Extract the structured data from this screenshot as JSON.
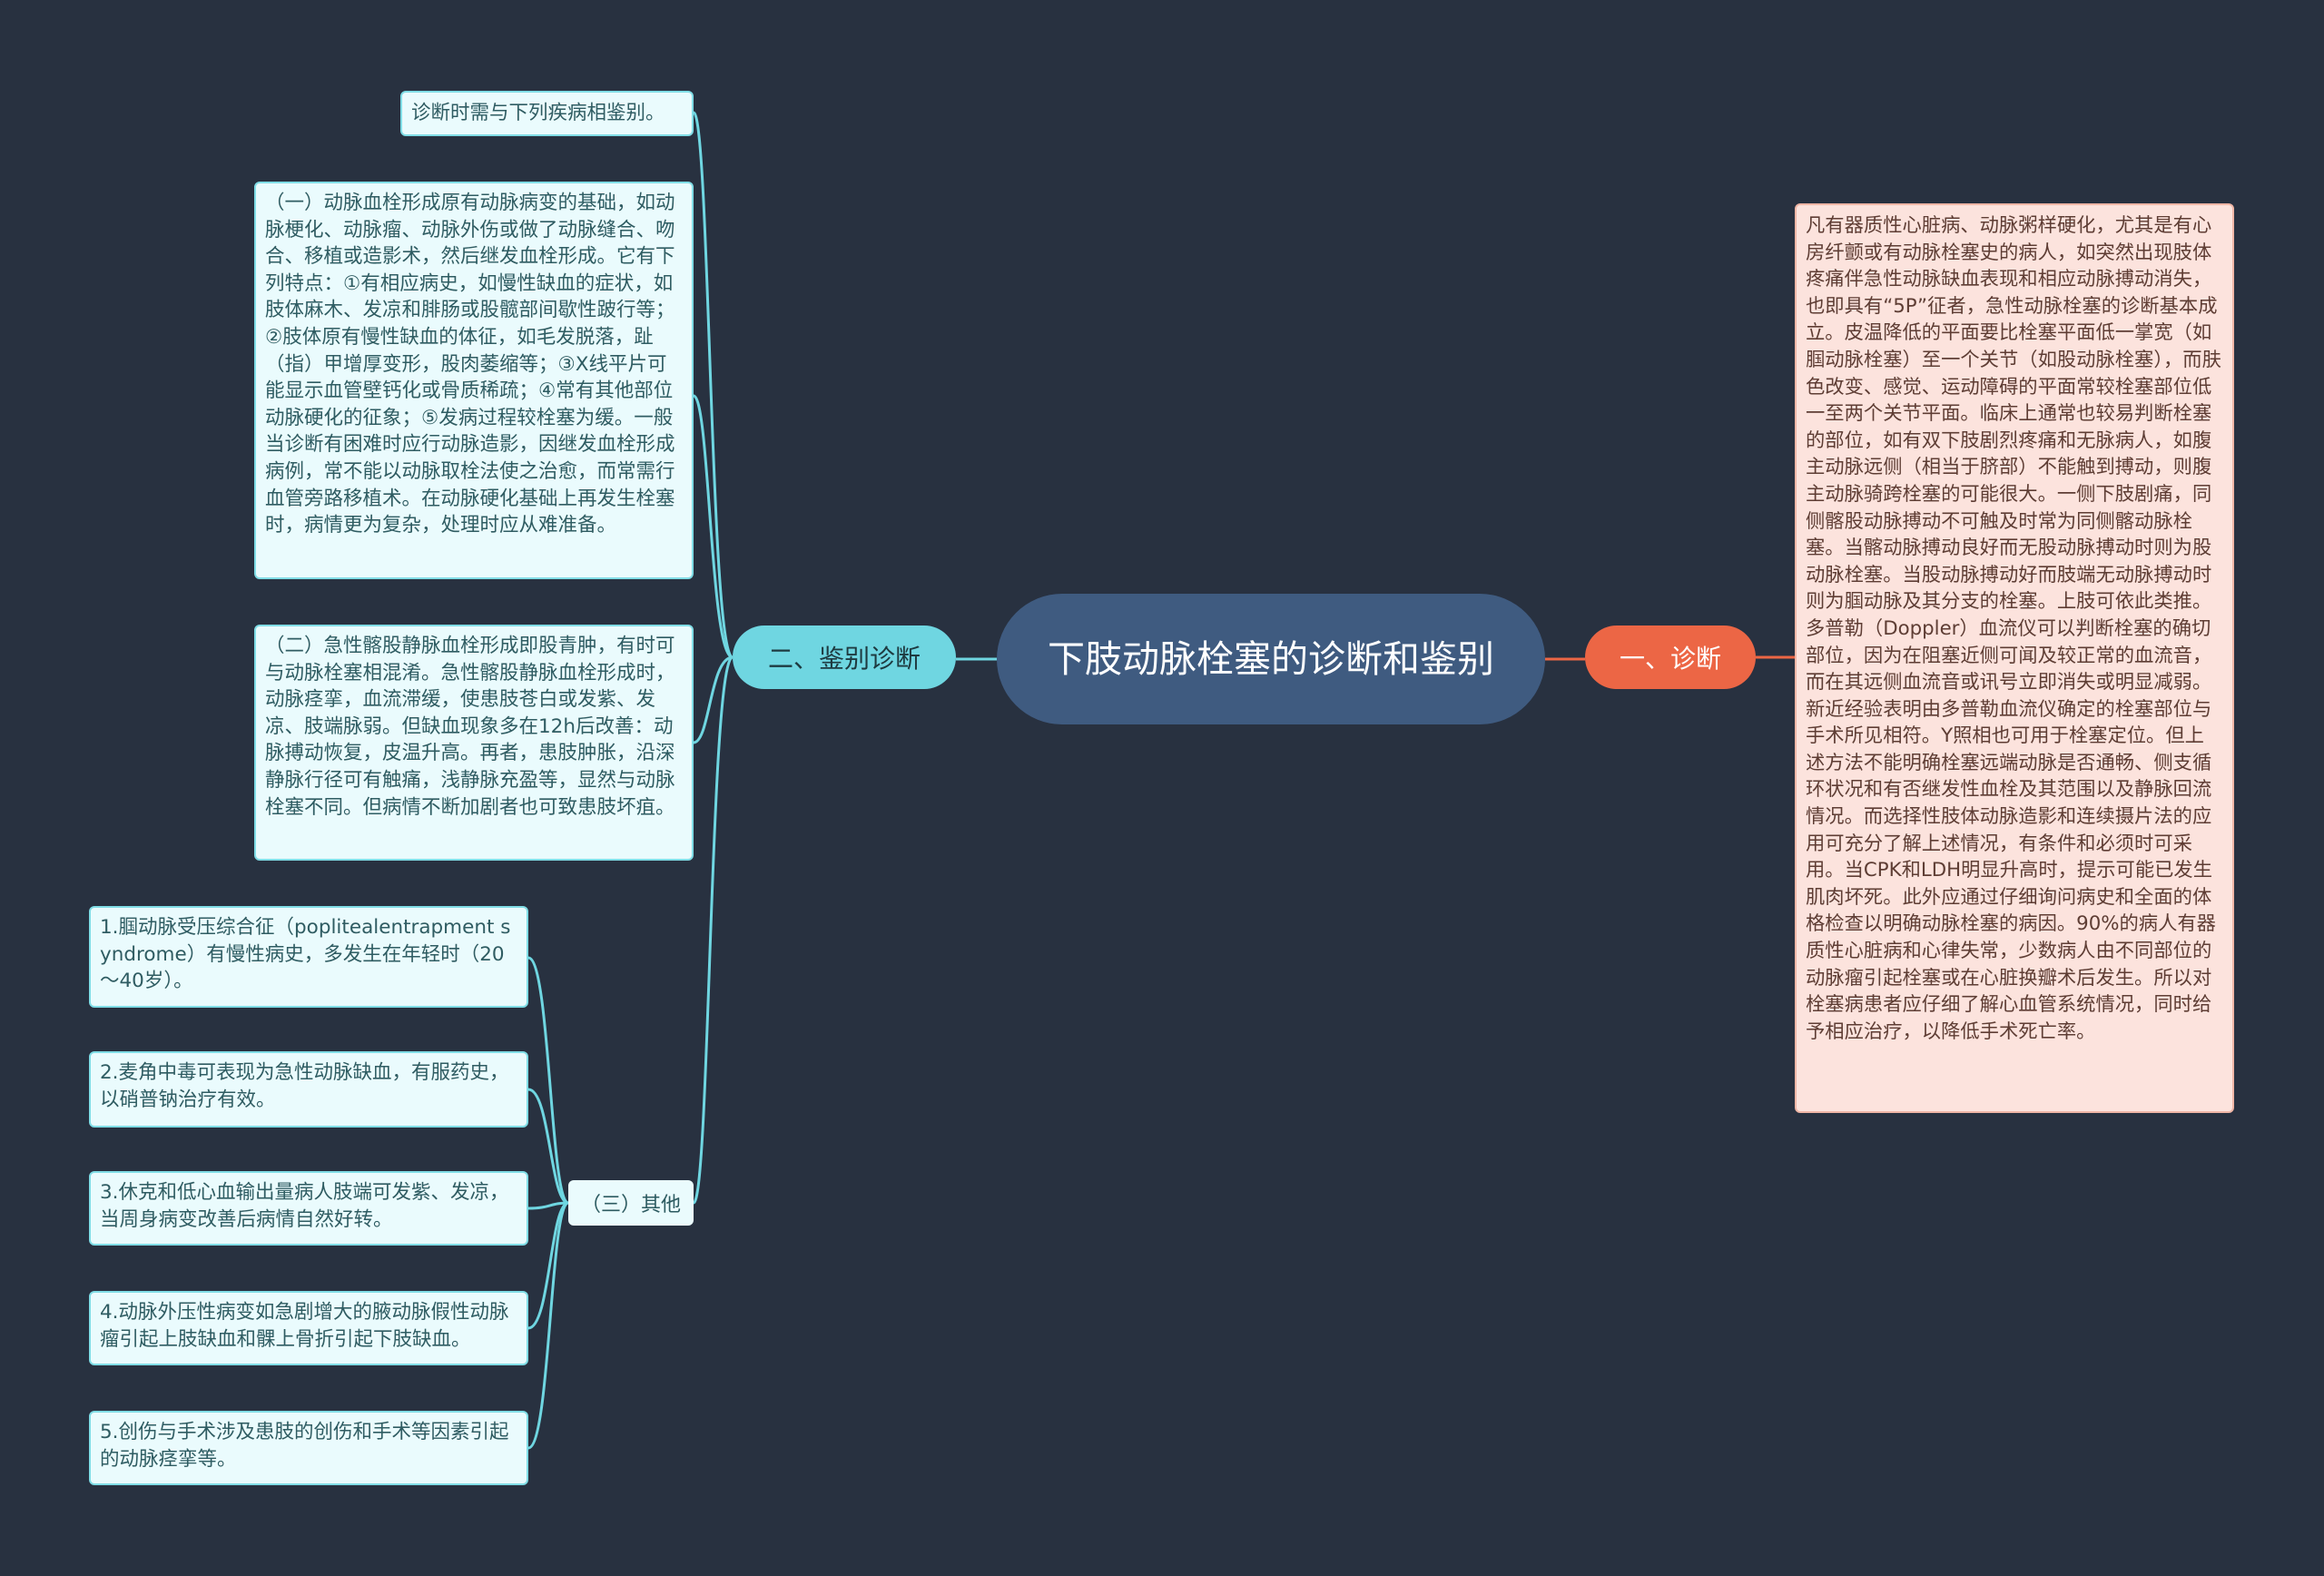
{
  "root": {
    "title": "下肢动脉栓塞的诊断和鉴别"
  },
  "right": {
    "branch_label": "一、诊断",
    "text": "凡有器质性心脏病、动脉粥样硬化，尤其是有心房纤颤或有动脉栓塞史的病人，如突然出现肢体疼痛伴急性动脉缺血表现和相应动脉搏动消失，也即具有“5P”征者，急性动脉栓塞的诊断基本成立。皮温降低的平面要比栓塞平面低一掌宽（如腘动脉栓塞）至一个关节（如股动脉栓塞），而肤色改变、感觉、运动障碍的平面常较栓塞部位低一至两个关节平面。临床上通常也较易判断栓塞的部位，如有双下肢剧烈疼痛和无脉病人，如腹主动脉远侧（相当于脐部）不能触到搏动，则腹主动脉骑跨栓塞的可能很大。一侧下肢剧痛，同侧髂股动脉搏动不可触及时常为同侧髂动脉栓塞。当髂动脉搏动良好而无股动脉搏动时则为股动脉栓塞。当股动脉搏动好而肢端无动脉搏动时则为腘动脉及其分支的栓塞。上肢可依此类推。多普勒（Doppler）血流仪可以判断栓塞的确切部位，因为在阻塞近侧可闻及较正常的血流音，而在其远侧血流音或讯号立即消失或明显减弱。新近经验表明由多普勒血流仪确定的栓塞部位与手术所见相符。Y照相也可用于栓塞定位。但上述方法不能明确栓塞远端动脉是否通畅、侧支循环状况和有否继发性血栓及其范围以及静脉回流情况。而选择性肢体动脉造影和连续摄片法的应用可充分了解上述情况，有条件和必须时可采用。当CPK和LDH明显升高时，提示可能已发生肌肉坏死。此外应通过仔细询问病史和全面的体格检查以明确动脉栓塞的病因。90%的病人有器质性心脏病和心律失常，少数病人由不同部位的动脉瘤引起栓塞或在心脏换瓣术后发生。所以对栓塞病患者应仔细了解心血管系统情况，同时给予相应治疗，以降低手术死亡率。"
  },
  "left": {
    "branch_label": "二、鉴别诊断",
    "intro": "诊断时需与下列疾病相鉴别。",
    "item1": "（一）动脉血栓形成原有动脉病变的基础，如动脉梗化、动脉瘤、动脉外伤或做了动脉缝合、吻合、移植或造影术，然后继发血栓形成。它有下列特点：①有相应病史，如慢性缺血的症状，如肢体麻木、发凉和腓肠或股髋部间歇性跛行等；②肢体原有慢性缺血的体征，如毛发脱落，趾（指）甲增厚变形，股肉萎缩等；③X线平片可能显示血管壁钙化或骨质稀疏；④常有其他部位动脉硬化的征象；⑤发病过程较栓塞为缓。一般当诊断有困难时应行动脉造影，因继发血栓形成病例，常不能以动脉取栓法使之治愈，而常需行血管旁路移植术。在动脉硬化基础上再发生栓塞时，病情更为复杂，处理时应从难准备。",
    "item2": "（二）急性髂股静脉血栓形成即股青肿，有时可与动脉栓塞相混淆。急性髂股静脉血栓形成时，动脉痉挛，血流滞缓，使患肢苍白或发紫、发凉、肢端脉弱。但缺血现象多在12h后改善：动脉搏动恢复，皮温升高。再者，患肢肿胀，沿深静脉行径可有触痛，浅静脉充盈等，显然与动脉栓塞不同。但病情不断加剧者也可致患肢坏疽。",
    "other": {
      "label": "（三）其他",
      "items": [
        "1.腘动脉受压综合征（poplitealentrapment syndrome）有慢性病史，多发生在年轻时（20～40岁）。",
        "2.麦角中毒可表现为急性动脉缺血，有服药史，以硝普钠治疗有效。",
        "3.休克和低心血输出量病人肢端可发紫、发凉，当周身病变改善后病情自然好转。",
        "4.动脉外压性病变如急剧增大的腋动脉假性动脉瘤引起上肢缺血和髁上骨折引起下肢缺血。",
        "5.创伤与手术涉及患肢的创伤和手术等因素引起的动脉痉挛等。"
      ]
    }
  },
  "colors": {
    "background": "#283140",
    "center": "#3f5b80",
    "orange": "#ec6645",
    "cyan": "#6fd6e1",
    "cyan_box": "#eafbfd",
    "peach_box": "#fce3dd"
  }
}
